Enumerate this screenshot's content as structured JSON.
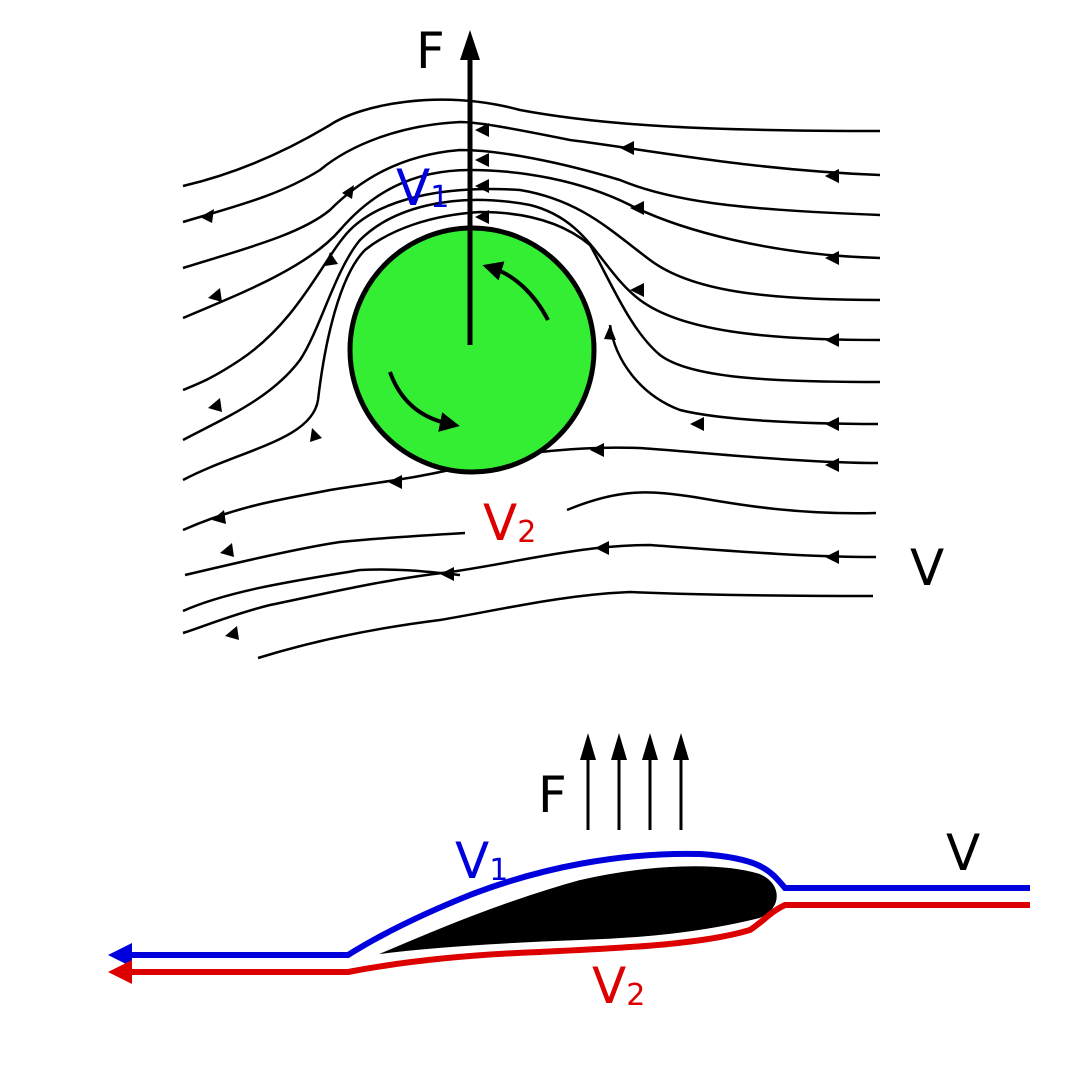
{
  "cylinder_panel": {
    "force_label": "F",
    "upper_velocity_label": {
      "base": "V",
      "subscript": "1"
    },
    "lower_velocity_label": {
      "base": "V",
      "subscript": "2"
    },
    "freestream_label": "V",
    "colors": {
      "cylinder_fill": "#33ee33",
      "upper": "#0000dd",
      "lower": "#dd0000",
      "ink": "#000000"
    }
  },
  "airfoil_panel": {
    "force_label": "F",
    "upper_velocity_label": {
      "base": "V",
      "subscript": "1"
    },
    "lower_velocity_label": {
      "base": "V",
      "subscript": "2"
    },
    "freestream_label": "V",
    "colors": {
      "upper_path": "#0000dd",
      "lower_path": "#dd0000",
      "airfoil": "#000000"
    }
  }
}
